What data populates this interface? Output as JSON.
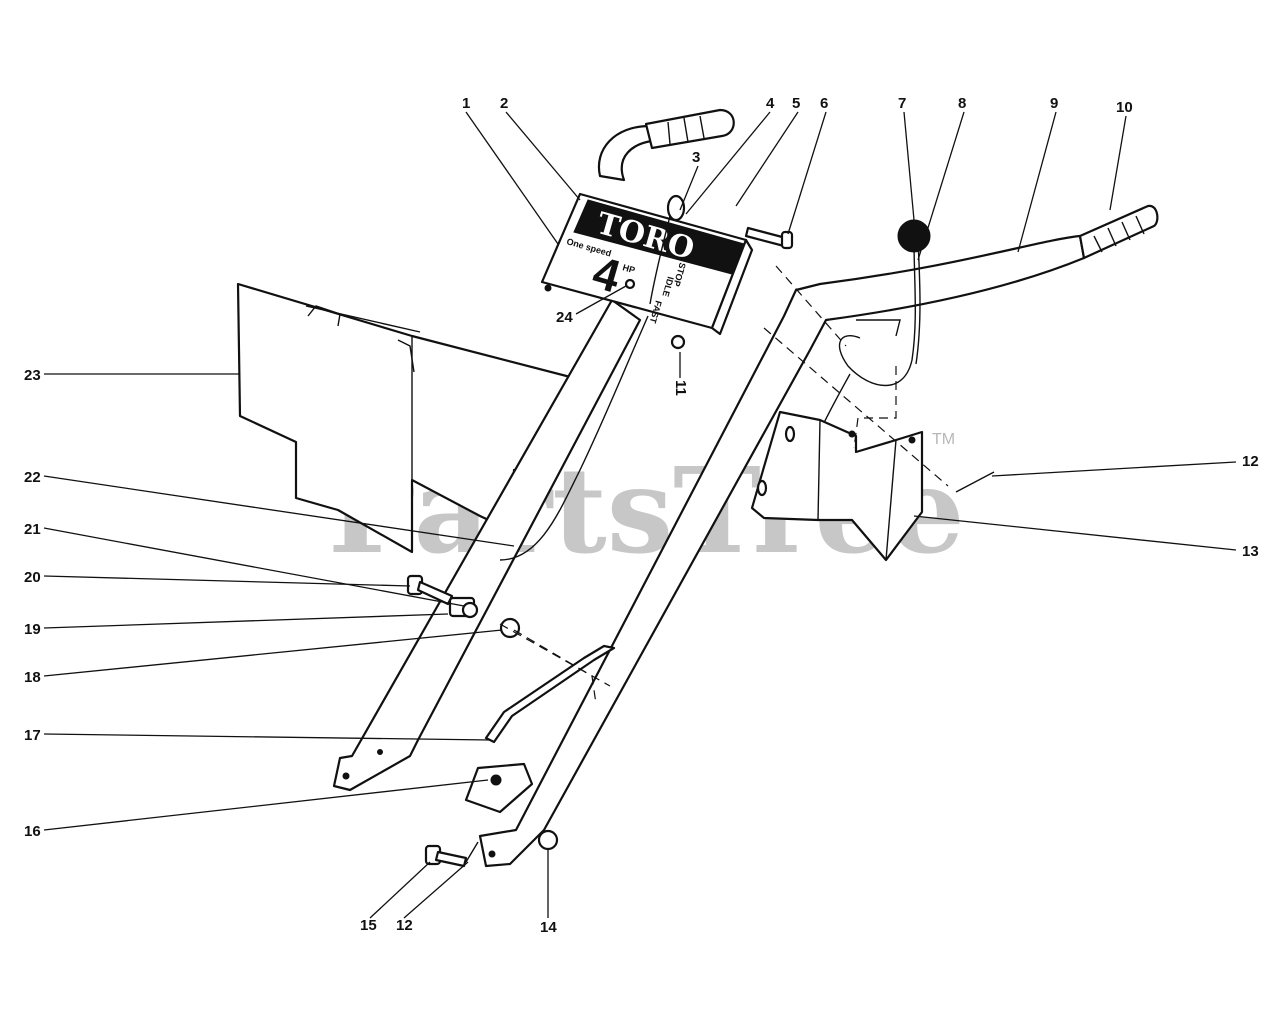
{
  "watermark": {
    "text": "PartsTree",
    "trademark": "TM"
  },
  "decal": {
    "brand": "TORO",
    "horsepower": "4",
    "hp_unit": "HP",
    "speed_text": "One speed",
    "throttle_labels": [
      "STOP",
      "IDLE",
      "FAST"
    ]
  },
  "callouts": [
    "1",
    "2",
    "3",
    "4",
    "5",
    "6",
    "7",
    "8",
    "9",
    "10",
    "11",
    "12",
    "13",
    "14",
    "15",
    "12",
    "16",
    "17",
    "18",
    "19",
    "20",
    "21",
    "22",
    "23",
    "24"
  ]
}
